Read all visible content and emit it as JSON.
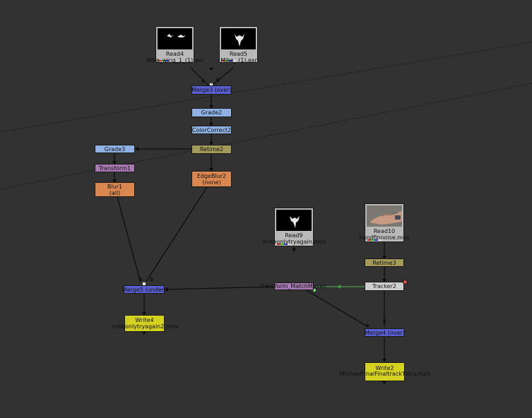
{
  "colors": {
    "background": "#323232",
    "merge": "#5a5fd0",
    "grade": "#8fb1e3",
    "retime": "#a29a59",
    "transform": "#a879b3",
    "blur": "#d9874e",
    "write": "#d4d11f",
    "tracker": "#cfcfcf",
    "wire": "#0b0b0b",
    "link": "#4c9a4c"
  },
  "nodes": {
    "read4": {
      "label": "Read4",
      "file": "Mike_wing_1_(1).exr"
    },
    "read5": {
      "label": "Read5",
      "file": "Mike_ (1).exr"
    },
    "merge3": {
      "label": "Merge3 (over)"
    },
    "grade2": {
      "label": "Grade2"
    },
    "colorcorrect2": {
      "label": "ColorCorrect2"
    },
    "retime2": {
      "label": "Retime2"
    },
    "grade3": {
      "label": "Grade3"
    },
    "transform1": {
      "label": "Transform1"
    },
    "blur1": {
      "label": "Blur1",
      "sub": "(all)"
    },
    "edgeblur2": {
      "label": "EdgeBlur2",
      "sub": "(none)"
    },
    "merge5": {
      "label": "Merge5 (under)"
    },
    "write4": {
      "label": "Write4",
      "file": "mikeonlytryagain2.mov"
    },
    "read9": {
      "label": "Read9",
      "file": "mikeonlytryagain.mov"
    },
    "transform_matchmove": {
      "label": "Transform_MatchMove2"
    },
    "read10": {
      "label": "Read10",
      "file": "handfinnoise.mov"
    },
    "retime3": {
      "label": "Retime3"
    },
    "tracker2": {
      "label": "Tracker2"
    },
    "merge4": {
      "label": "Merge4 (over)"
    },
    "write2": {
      "label": "Write2",
      "file": "MichaelFinalFinaltrackTxtry.mp4"
    }
  },
  "inputs": {
    "a": "A",
    "b": "B"
  }
}
